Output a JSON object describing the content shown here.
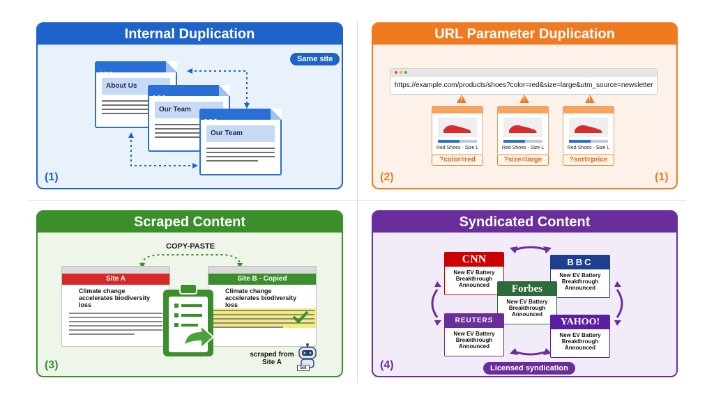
{
  "panels": {
    "internal": {
      "title": "Internal Duplication",
      "badge": "Same site",
      "number": "(1)",
      "pages": [
        "About Us",
        "Our Team",
        "Our Team"
      ]
    },
    "url_param": {
      "title": "URL Parameter Duplication",
      "url": "https://example.com/products/shoes?color=red&size=large&utm_source=newsletter",
      "number_left": "(2)",
      "number_right": "(1)",
      "cards": [
        {
          "label": "Red Shoes - Size L",
          "param": "?color=red"
        },
        {
          "label": "Red Shoes - Size L",
          "param": "?size=large"
        },
        {
          "label": "Red Shoes - Size L",
          "param": "?sort=price"
        }
      ]
    },
    "scraped": {
      "title": "Scraped Content",
      "copy_label": "COPY-PASTE",
      "number": "(3)",
      "site_a": "Site A",
      "site_b": "Site B - Copied",
      "headline": "Climate change accelerates biodiversity loss",
      "scraped_note": "scraped from Site A",
      "bot_tag": "bot"
    },
    "syndicated": {
      "title": "Syndicated Content",
      "number": "(4)",
      "footer": "Licensed syndication",
      "headline": "New EV Battery Breakthrough Announced",
      "outlets": [
        "CNN",
        "BBC",
        "Forbes",
        "REUTERS",
        "YAHOO!"
      ]
    }
  },
  "colors": {
    "blue": "#1e63c9",
    "orange": "#f07a20",
    "green": "#3b8f2a",
    "purple": "#6a2d9c",
    "cnn_red": "#cc0000"
  }
}
